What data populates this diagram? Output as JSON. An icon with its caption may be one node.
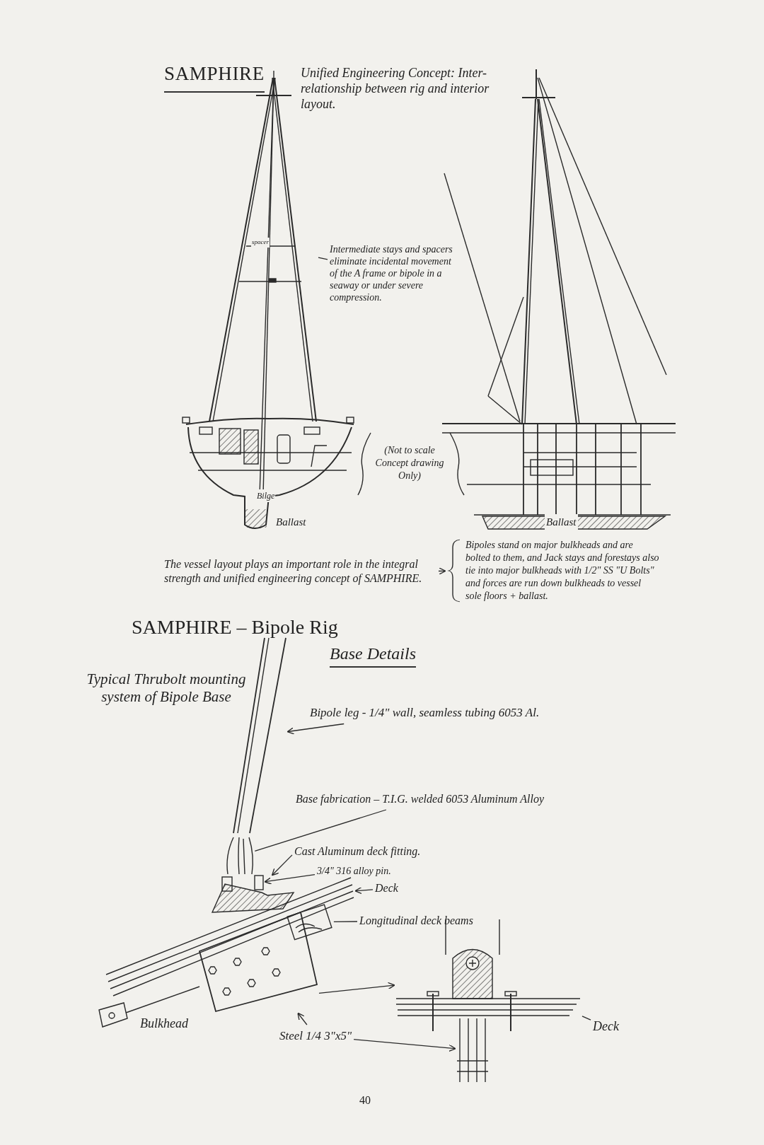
{
  "diagram": {
    "nodes": [
      {
        "text": [
          "Intermediate stays and spacers eliminate incidental movement of the A frame or bipole in a seaway or under severe compression."
        ]
      },
      {
        "text": [
          "The vessel layout plays an important role in the integral strength and unified engineering concept of SAMPHIRE."
        ]
      },
      {
        "text": [
          "Bipoles stand on major bulkheads and are bolted to them, and Jack stays and forestays also tie into major bulkheads with 1/2\" SS \"U Bolts\" and forces are run down bulkheads to vessel sole floors + ballast."
        ]
      },
      {
        "text": [
          "Bipole leg - 1/4\" wall, seamless tubing 6053 Al."
        ]
      },
      {
        "text": [
          "Base fabrication – T.I.G. welded 6053 Aluminum Alloy"
        ]
      },
      {
        "text": [
          "Cast Aluminum deck fitting."
        ]
      },
      {
        "text": [
          "3/4\" 316 alloy pin."
        ]
      },
      {
        "text": [
          "Deck"
        ]
      },
      {
        "text": [
          "Longitudinal deck beams"
        ]
      },
      {
        "text": [
          "Steel 1/4 3\"x5\""
        ]
      },
      {
        "text": [
          "Deck"
        ]
      },
      {
        "text": [],
        "shape": "picture"
      },
      {
        "text": [],
        "shape": "picture"
      },
      {
        "text": [],
        "shape": "picture"
      },
      {
        "text": [],
        "shape": "picture"
      },
      {
        "text": [],
        "shape": "box"
      },
      {
        "text": [],
        "shape": "picture"
      },
      {
        "text": [],
        "shape": "picture"
      },
      {
        "text": [],
        "shape": "picture"
      },
      {
        "text": [],
        "shape": "picture"
      },
      {
        "text": [],
        "shape": "picture"
      }
    ],
    "edges": [
      {
        "from": 0,
        "to": 11,
        "arrow": "none"
      },
      {
        "from": 1,
        "to": 2,
        "arrow": "to"
      },
      {
        "from": 3,
        "to": 12,
        "arrow": "to"
      },
      {
        "from": 4,
        "to": 13,
        "arrow": "none"
      },
      {
        "from": 5,
        "to": 14,
        "arrow": "to"
      },
      {
        "from": 6,
        "to": 15,
        "arrow": "to"
      },
      {
        "from": 7,
        "to": 16,
        "arrow": "to"
      },
      {
        "from": 8,
        "to": 17,
        "arrow": "none"
      },
      {
        "from": 9,
        "to": 18,
        "arrow": "to"
      },
      {
        "from": 9,
        "to": 19,
        "arrow": "to"
      },
      {
        "from": 10,
        "to": 20,
        "arrow": "none"
      },
      {
        "from": 18,
        "to": 20,
        "arrow": "to"
      }
    ],
    "labels": [
      "SAMPHIRE",
      "Unified Engineering Concept: Inter-relationship between rig and interior layout.",
      "spacer",
      "Bilge",
      "Ballast",
      "Ballast",
      "(Not to scale Concept drawing Only)",
      "SAMPHIRE – Bipole Rig",
      "Base Details",
      "Typical Thrubolt mounting system of Bipole Base",
      "Bulkhead",
      "40"
    ]
  }
}
